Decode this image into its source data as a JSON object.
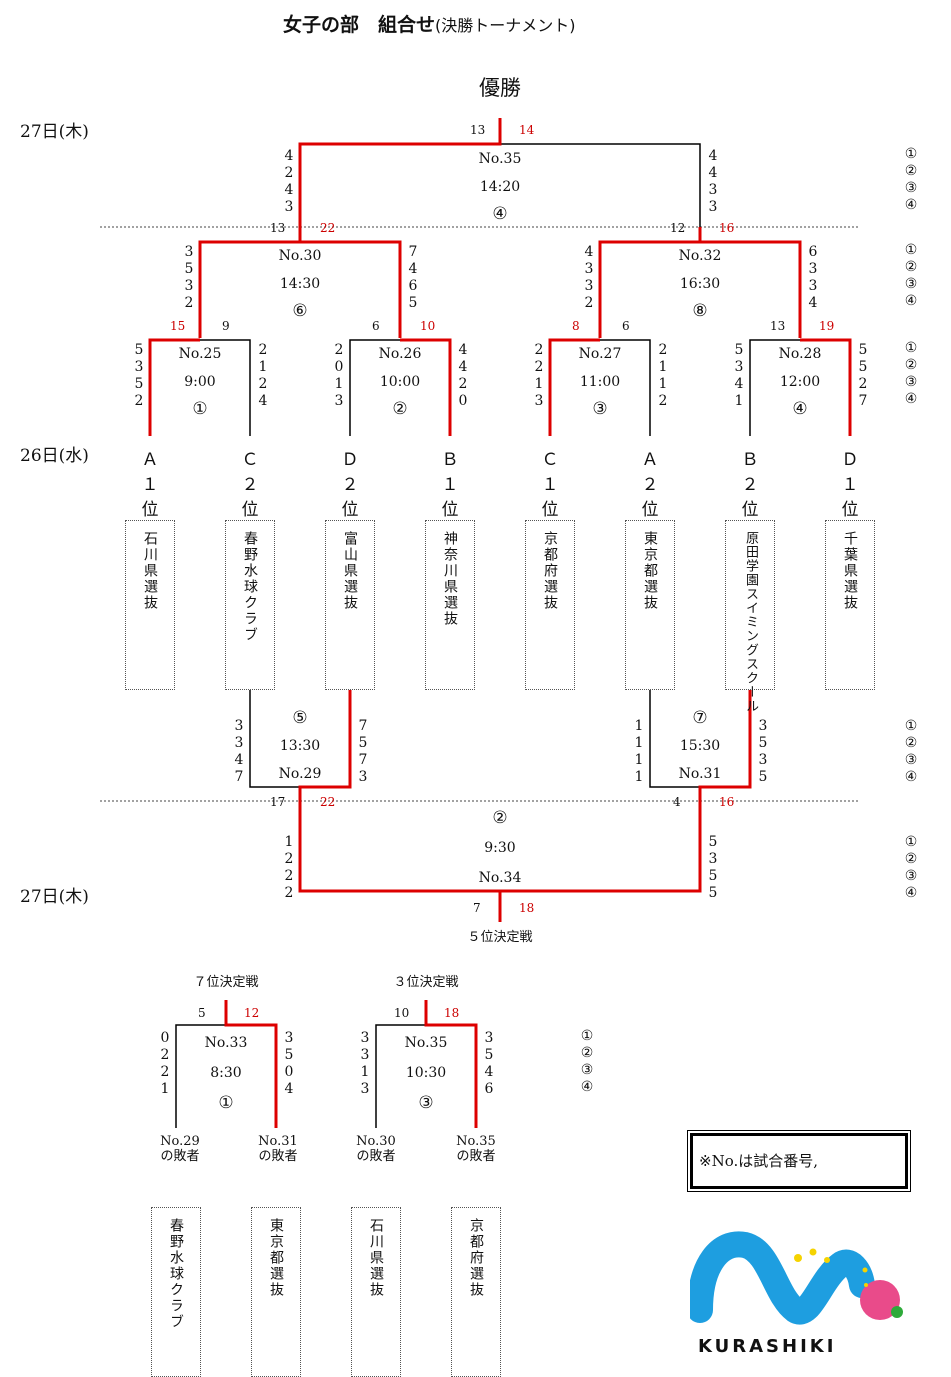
{
  "title": "女子の部　組合せ",
  "title_sub": "(決勝トーナメント)",
  "dates": {
    "day27": "27日(木)",
    "day26": "26日(水)",
    "day27b": "27日(木)"
  },
  "champion_label": "優勝",
  "fifth_place_label": "５位決定戦",
  "seventh_place_label": "７位決定戦",
  "third_place_label": "３位決定戦",
  "quarter_labels": [
    "①",
    "②",
    "③",
    "④"
  ],
  "final": {
    "no": "No.35",
    "time": "14:20",
    "court": "④",
    "score_left": "13",
    "score_right": "14",
    "q_left": "4243",
    "q_right": "4433"
  },
  "semis": [
    {
      "no": "No.30",
      "time": "14:30",
      "court": "⑥",
      "score_left": "13",
      "score_right": "22",
      "q_left": "3532",
      "q_right": "7465"
    },
    {
      "no": "No.32",
      "time": "16:30",
      "court": "⑧",
      "score_left": "12",
      "score_right": "16",
      "q_left": "4332",
      "q_right": "6334"
    }
  ],
  "quarters": [
    {
      "no": "No.25",
      "time": "9:00",
      "court": "①",
      "score_left": "15",
      "score_right": "9",
      "q_left": "5352",
      "q_right": "2124"
    },
    {
      "no": "No.26",
      "time": "10:00",
      "court": "②",
      "score_left": "6",
      "score_right": "10",
      "q_left": "2013",
      "q_right": "4420"
    },
    {
      "no": "No.27",
      "time": "11:00",
      "court": "③",
      "score_left": "8",
      "score_right": "6",
      "q_left": "2213",
      "q_right": "2112"
    },
    {
      "no": "No.28",
      "time": "12:00",
      "court": "④",
      "score_left": "13",
      "score_right": "19",
      "q_left": "5341",
      "q_right": "5527"
    }
  ],
  "seeds": [
    {
      "group": "Ａ",
      "rank": "１",
      "pos": "位",
      "team": "石川県選抜"
    },
    {
      "group": "Ｃ",
      "rank": "２",
      "pos": "位",
      "team": "春野水球クラブ"
    },
    {
      "group": "Ｄ",
      "rank": "２",
      "pos": "位",
      "team": "富山県選抜"
    },
    {
      "group": "Ｂ",
      "rank": "１",
      "pos": "位",
      "team": "神奈川県選抜"
    },
    {
      "group": "Ｃ",
      "rank": "１",
      "pos": "位",
      "team": "京都府選抜"
    },
    {
      "group": "Ａ",
      "rank": "２",
      "pos": "位",
      "team": "東京都選抜"
    },
    {
      "group": "Ｂ",
      "rank": "２",
      "pos": "位",
      "team": "原田学園スイミングスクール"
    },
    {
      "group": "Ｄ",
      "rank": "１",
      "pos": "位",
      "team": "千葉県選抜"
    }
  ],
  "consolation_semis": [
    {
      "no": "No.29",
      "time": "13:30",
      "court": "⑤",
      "q_left": "3347",
      "q_right": "7573"
    },
    {
      "no": "No.31",
      "time": "15:30",
      "court": "⑦",
      "q_left": "1111",
      "q_right": "3535"
    }
  ],
  "fifth": {
    "no": "No.34",
    "time": "9:30",
    "court": "②",
    "score_left": "17",
    "score_right": "22",
    "q_left": "1222",
    "q_right": "5355",
    "score_left2": "4",
    "score_right2": "16",
    "total_left": "7",
    "total_right": "18"
  },
  "seventh": {
    "no": "No.33",
    "time": "8:30",
    "court": "①",
    "score_left": "5",
    "score_right": "12",
    "q_left": "0221",
    "q_right": "3504"
  },
  "third": {
    "no": "No.35",
    "time": "10:30",
    "court": "③",
    "score_left": "10",
    "score_right": "18",
    "q_left": "3313",
    "q_right": "3546"
  },
  "losers": [
    {
      "label": "No.29の敗者",
      "team": "春野水球クラブ"
    },
    {
      "label": "No.31の敗者",
      "team": "東京都選抜"
    },
    {
      "label": "No.30の敗者",
      "team": "石川県選抜"
    },
    {
      "label": "No.35の敗者",
      "team": "京都府選抜"
    }
  ],
  "note": "※No.は試合番号,",
  "logo": "KURASHIKI"
}
